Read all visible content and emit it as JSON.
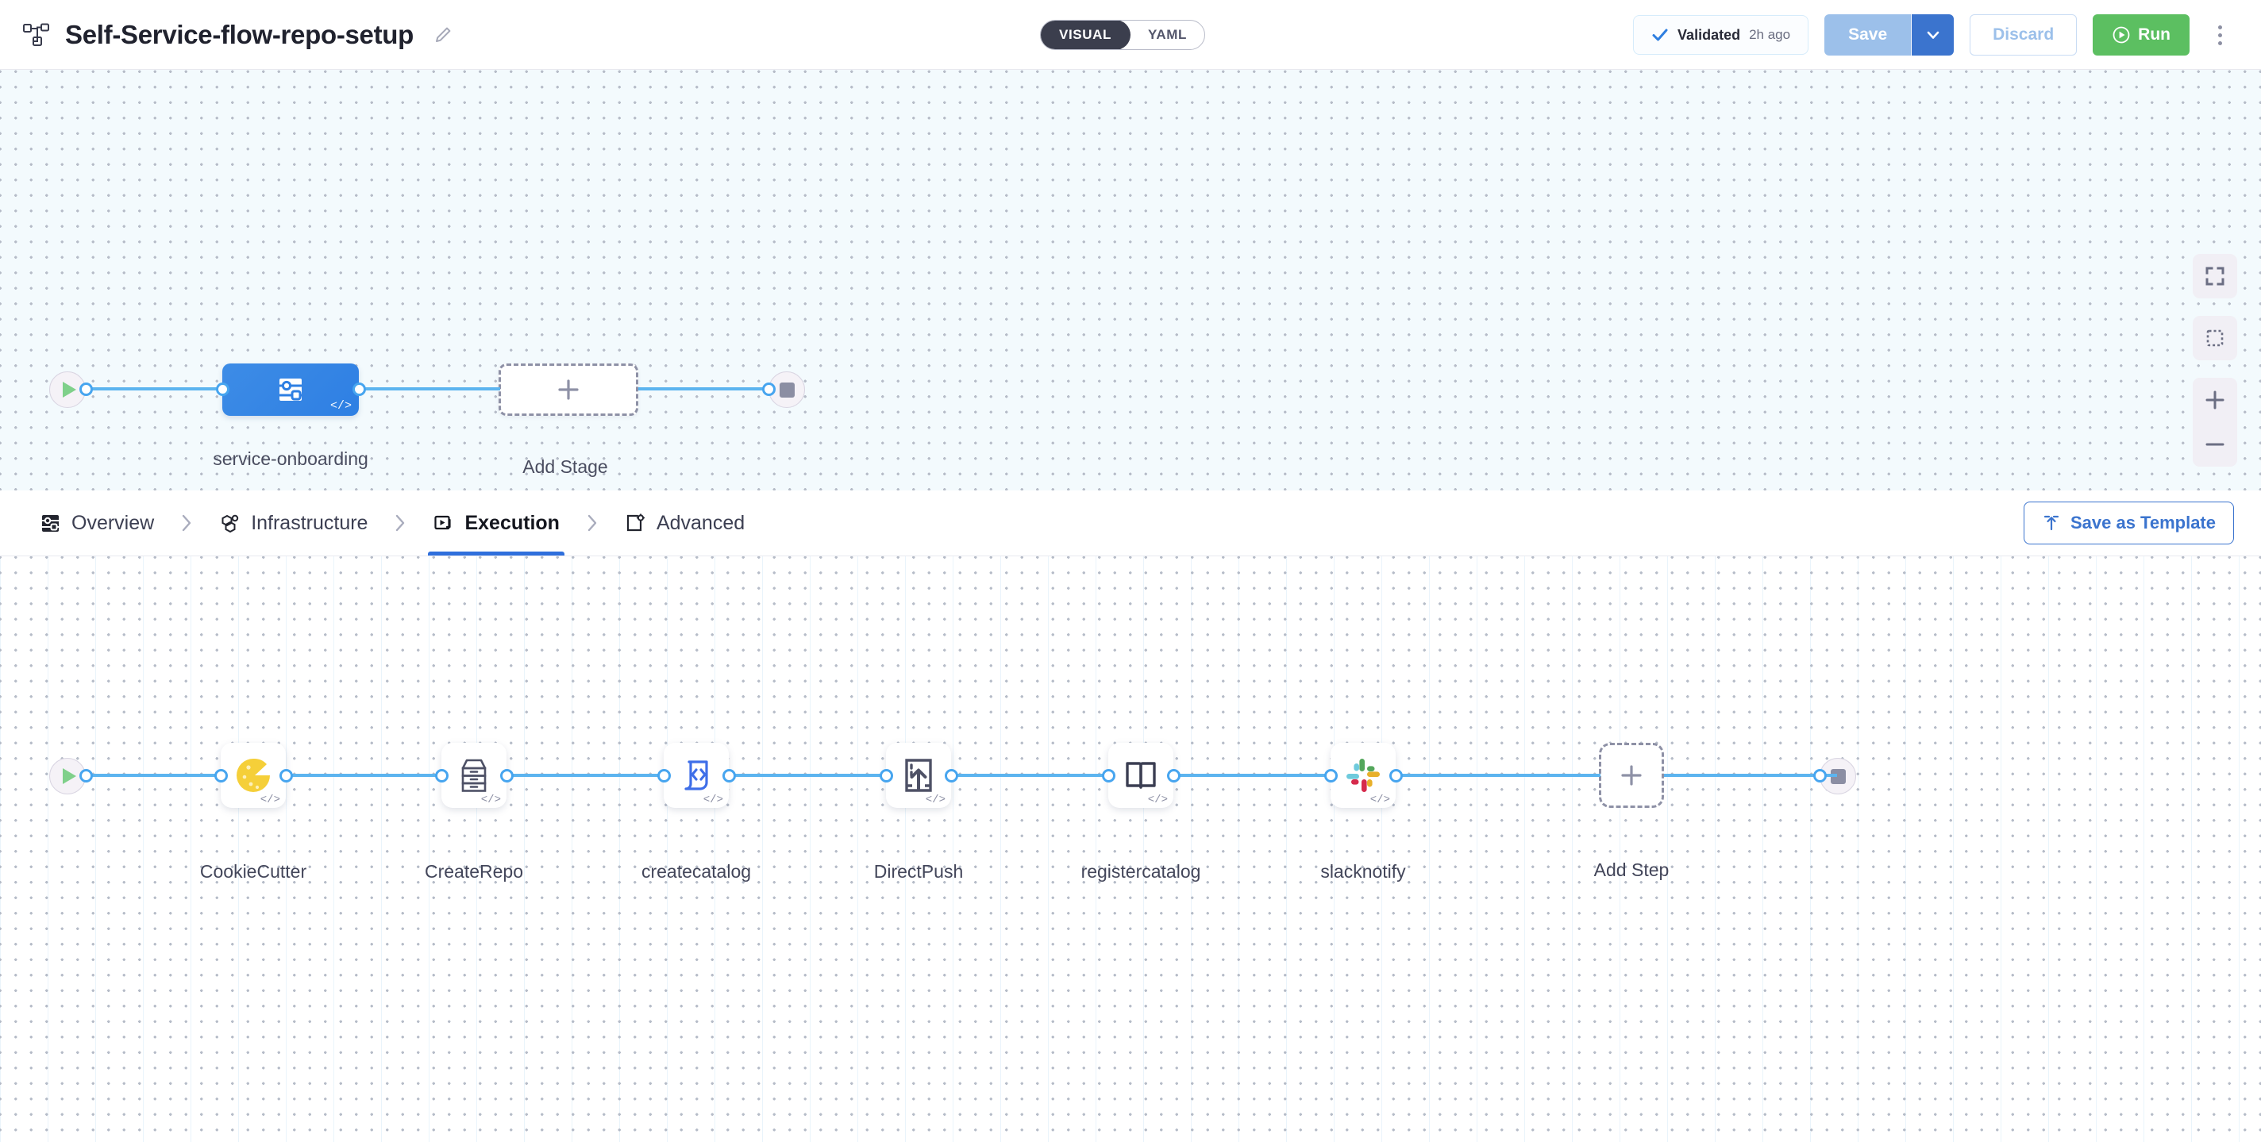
{
  "header": {
    "pipeline_icon": "pipeline-nodes-icon",
    "title": "Self-Service-flow-repo-setup",
    "edit_icon": "pencil-edit-icon",
    "view_toggle": {
      "options": [
        "VISUAL",
        "YAML"
      ],
      "selected": "VISUAL"
    },
    "validated": {
      "icon": "check-icon",
      "label": "Validated",
      "time": "2h ago"
    },
    "save_label": "Save",
    "save_caret_icon": "chevron-down-icon",
    "discard_label": "Discard",
    "run_label": "Run",
    "run_icon": "play-circle-icon",
    "more_icon": "kebab-menu-icon"
  },
  "stage_canvas": {
    "start_node": {
      "icon": "play-triangle-icon"
    },
    "end_node": {
      "icon": "stop-square-icon"
    },
    "stages": [
      {
        "label": "service-onboarding",
        "icon": "service-deployment-icon",
        "badge": "</>"
      }
    ],
    "add_stage": {
      "label": "Add Stage",
      "icon": "plus-icon"
    },
    "tools": [
      {
        "name": "fit-to-screen",
        "icon": "expand-corners-icon"
      },
      {
        "name": "marquee-select",
        "icon": "dashed-square-icon"
      },
      {
        "name": "zoom-in",
        "icon": "plus-icon"
      },
      {
        "name": "zoom-out",
        "icon": "minus-icon"
      }
    ]
  },
  "tabbar": {
    "tabs": [
      {
        "label": "Overview",
        "icon": "overview-node-icon",
        "active": false
      },
      {
        "label": "Infrastructure",
        "icon": "infrastructure-hex-icon",
        "active": false
      },
      {
        "label": "Execution",
        "icon": "execution-play-box-icon",
        "active": true
      },
      {
        "label": "Advanced",
        "icon": "advanced-gear-box-icon",
        "active": false
      }
    ],
    "separator_icon": "chevron-right-icon",
    "save_template": {
      "label": "Save as Template",
      "icon": "template-upload-icon"
    }
  },
  "step_canvas": {
    "start_node": {
      "icon": "play-triangle-icon"
    },
    "end_node": {
      "icon": "stop-square-icon"
    },
    "steps": [
      {
        "label": "CookieCutter",
        "icon": "cookie-icon",
        "badge": "</>"
      },
      {
        "label": "CreateRepo",
        "icon": "archive-drawers-icon",
        "badge": "</>"
      },
      {
        "label": "createcatalog",
        "icon": "code-document-icon",
        "badge": "</>"
      },
      {
        "label": "DirectPush",
        "icon": "document-upload-icon",
        "badge": "</>"
      },
      {
        "label": "registercatalog",
        "icon": "open-book-icon",
        "badge": "</>"
      },
      {
        "label": "slacknotify",
        "icon": "slack-logo-icon",
        "badge": "</>"
      }
    ],
    "add_step": {
      "label": "Add Step",
      "icon": "plus-icon"
    }
  },
  "colors": {
    "accent_blue": "#2f6fdc",
    "edge_blue": "#5cb4ef",
    "stage_blue": "#3380e4",
    "run_green": "#5cbf61",
    "save_blue": "#9cc0ea",
    "canvas_bg": "#f3fafd"
  }
}
